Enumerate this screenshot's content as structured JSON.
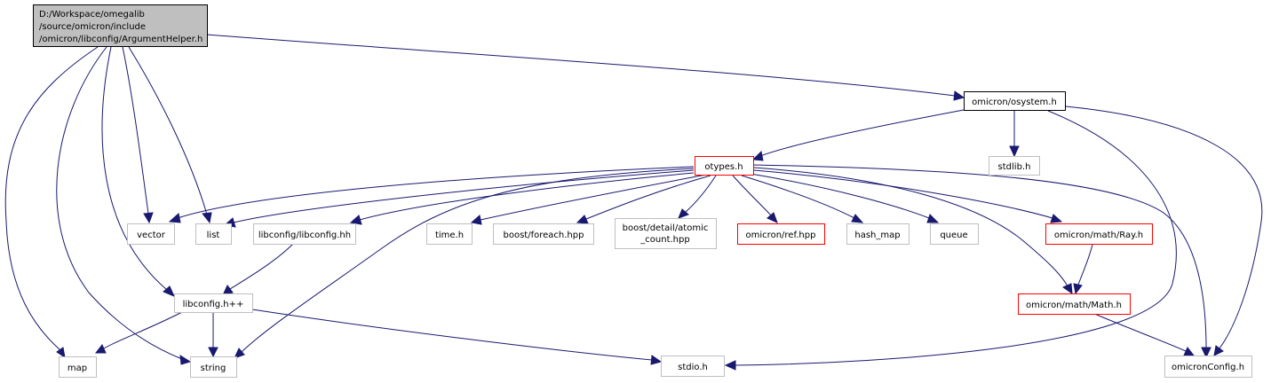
{
  "graph": {
    "root": {
      "lines": [
        "D:/Workspace/omegalib",
        "/source/omicron/include",
        "/omicron/libconfig/ArgumentHelper.h"
      ]
    },
    "nodes": {
      "osystem": "omicron/osystem.h",
      "otypes": "otypes.h",
      "stdlib": "stdlib.h",
      "vector": "vector",
      "list": "list",
      "libconfig_hh": "libconfig/libconfig.hh",
      "time": "time.h",
      "foreach": "boost/foreach.hpp",
      "atomic": [
        "boost/detail/atomic",
        "_count.hpp"
      ],
      "ref": "omicron/ref.hpp",
      "hash_map": "hash_map",
      "queue": "queue",
      "ray": "omicron/math/Ray.h",
      "libconfig_hpp": "libconfig.h++",
      "math": "omicron/math/Math.h",
      "map": "map",
      "string": "string",
      "stdio": "stdio.h",
      "omicronConfig": "omicronConfig.h"
    },
    "colors": {
      "edge": "#191970",
      "root_fill": "#bfbfbf",
      "gray_border": "#bfbfbf",
      "red_border": "#ff0000",
      "black_border": "#000000"
    }
  }
}
